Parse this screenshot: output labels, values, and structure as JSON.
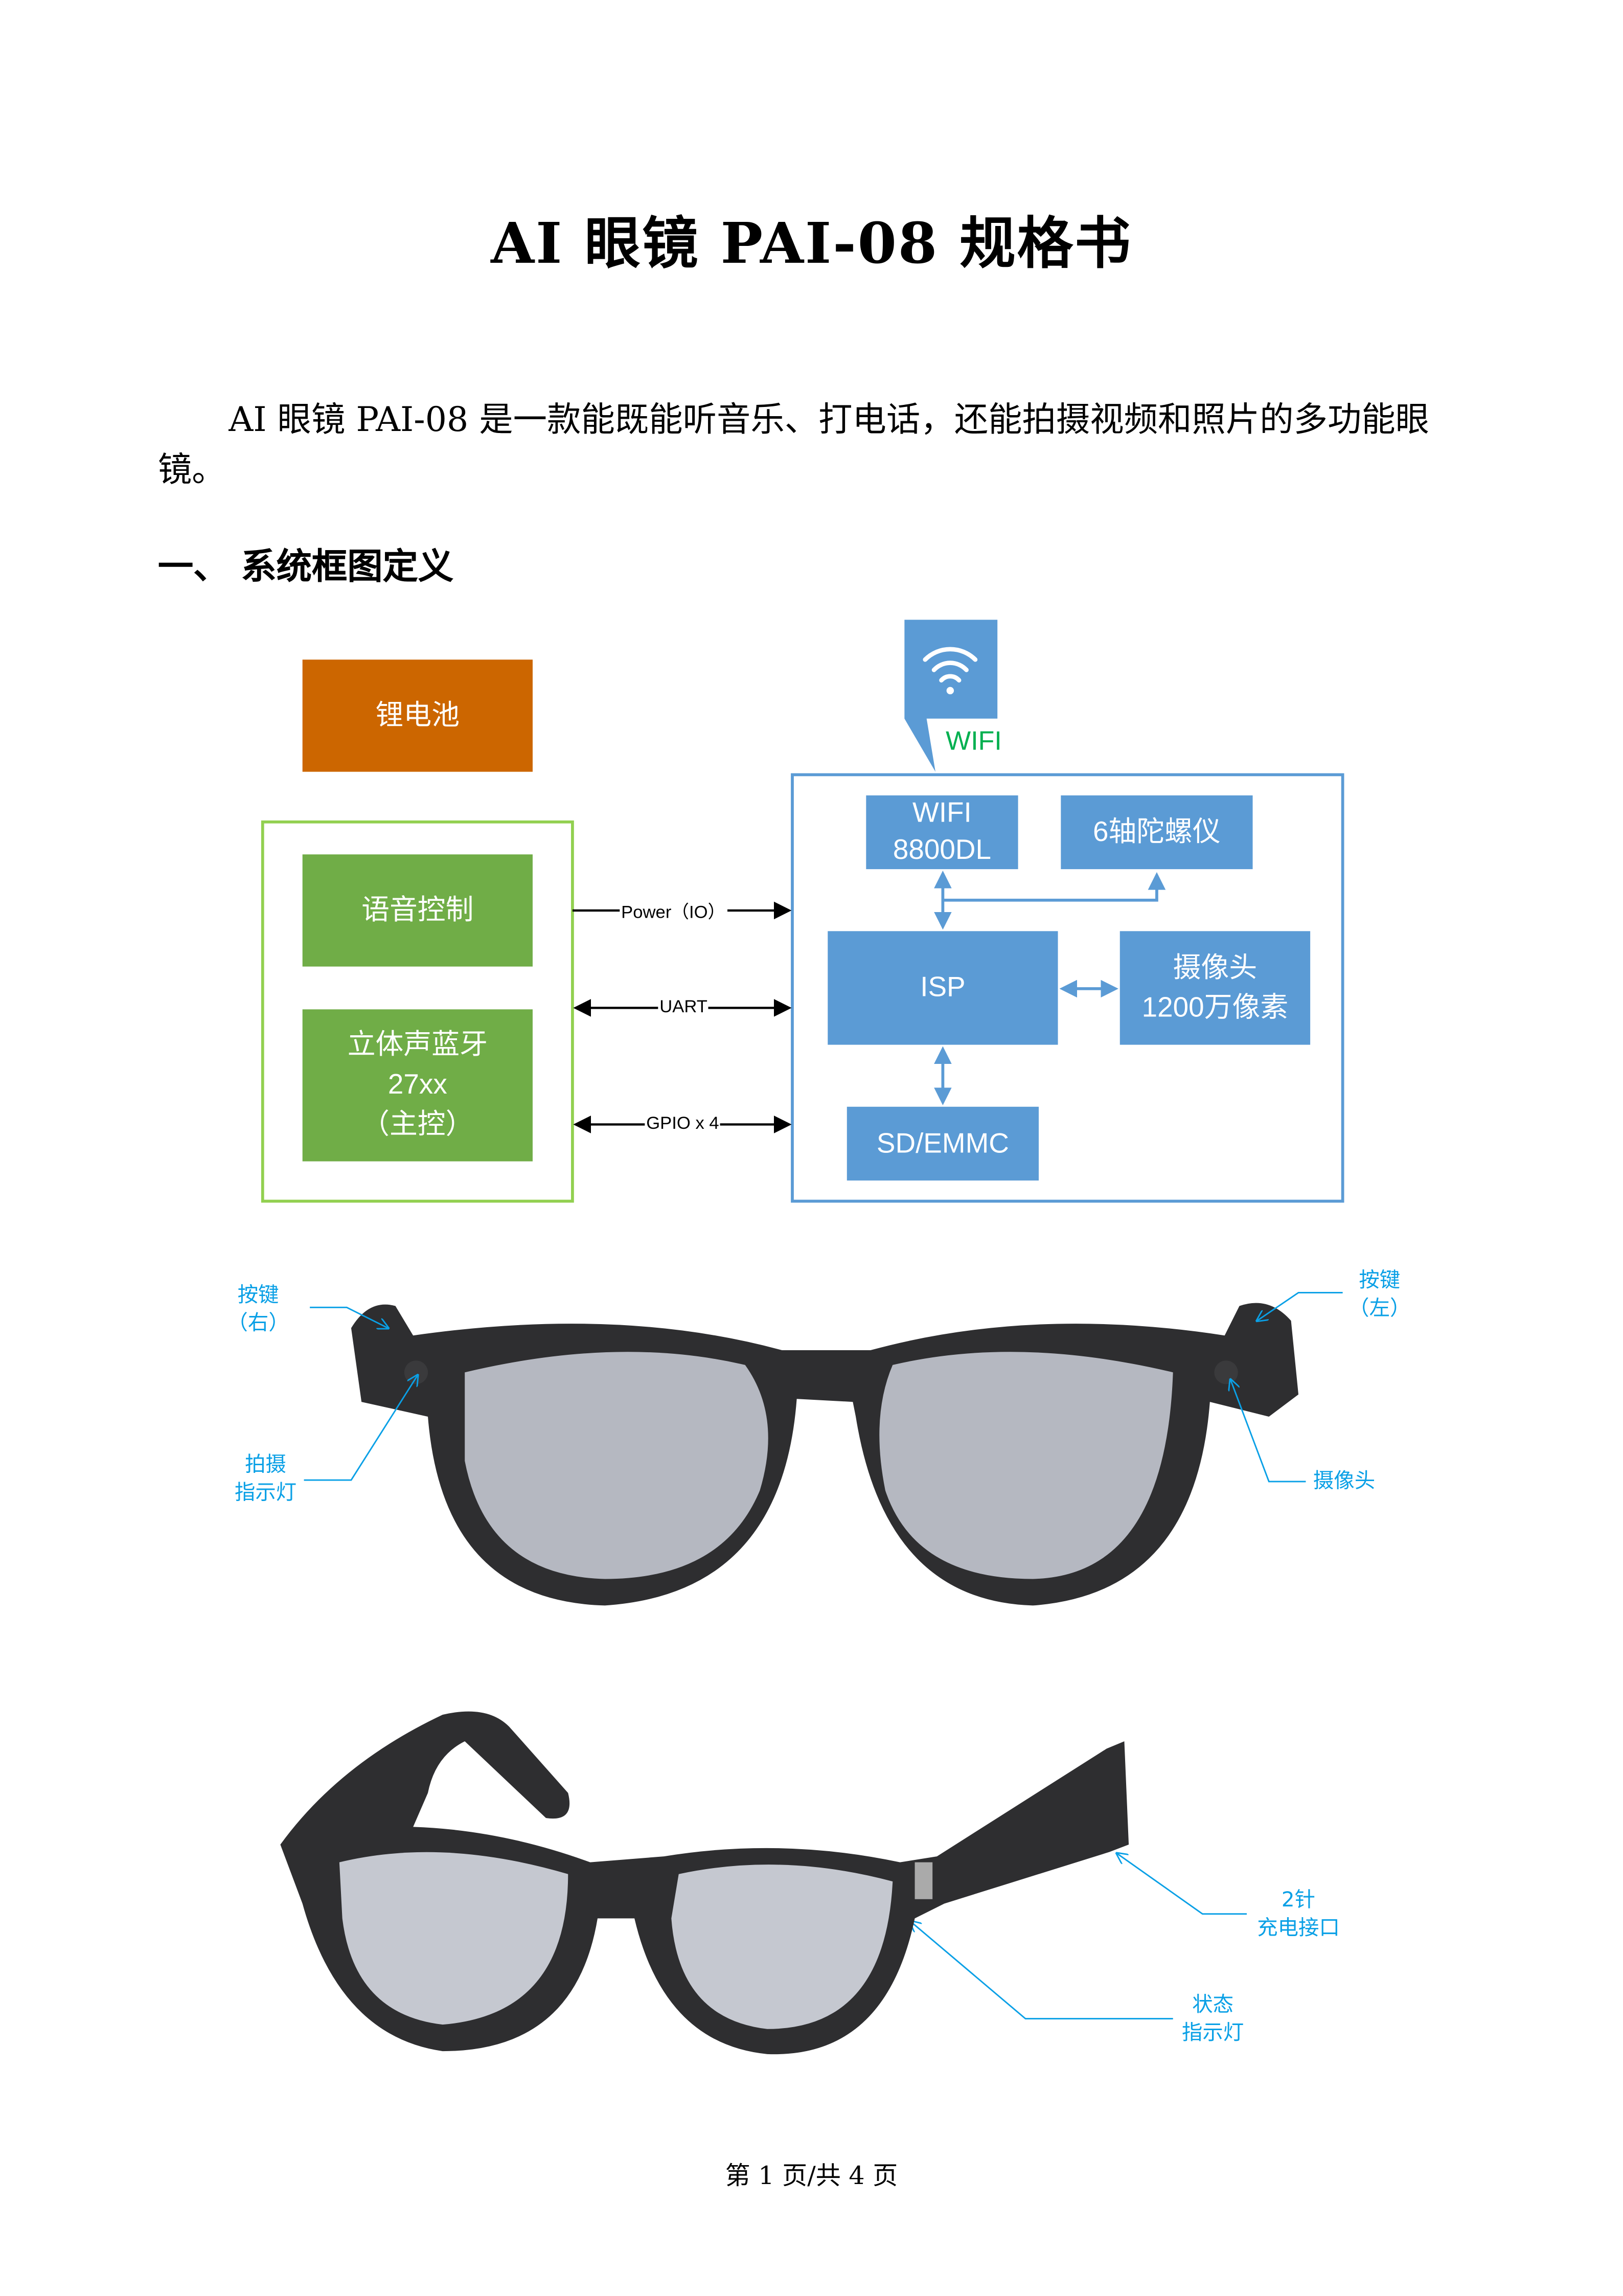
{
  "title": "AI 眼镜 PAI-08 规格书",
  "intro": "AI 眼镜 PAI-08 是一款能既能听音乐、打电话，还能拍摄视频和照片的多功能眼镜。",
  "section1": "一、  系统框图定义",
  "diagram": {
    "battery": "锂电池",
    "voice": "语音控制",
    "bt": [
      "立体声蓝牙",
      "27xx",
      "（主控）"
    ],
    "wifi_label": "WIFI",
    "wifi_chip": [
      "WIFI",
      "8800DL"
    ],
    "gyro": "6轴陀螺仪",
    "isp": "ISP",
    "camera": [
      "摄像头",
      "1200万像素"
    ],
    "storage": "SD/EMMC",
    "links": [
      "Power（IO）",
      "UART",
      "GPIO x 4"
    ],
    "colors": {
      "battery": "#CC6600",
      "green": "#70AD47",
      "blue": "#5B9BD5",
      "wifi_text": "#00B050"
    }
  },
  "front_view": {
    "button_right": [
      "按键",
      "（右）"
    ],
    "capture_led": [
      "拍摄",
      "指示灯"
    ],
    "button_left": [
      "按键",
      "（左）"
    ],
    "camera": "摄像头"
  },
  "side_view": {
    "charge_port": [
      "2针",
      "充电接口"
    ],
    "status_led": [
      "状态",
      "指示灯"
    ]
  },
  "footer": "第 1 页/共 4 页"
}
